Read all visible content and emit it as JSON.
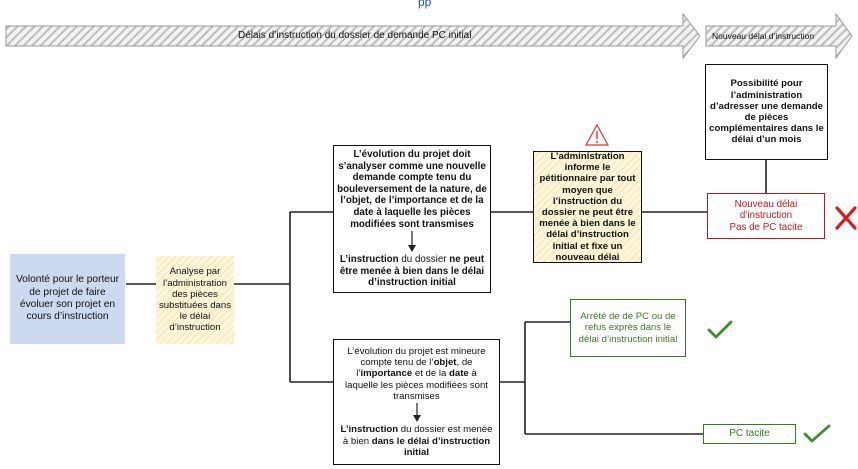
{
  "header": {
    "top_link": "pp",
    "main_arrow_label": "Délais d’instruction du dossier de demande PC initial",
    "second_arrow_label": "Nouveau délai d’instruction"
  },
  "boxes": {
    "volonte": "Volonté pour le porteur de projet de faire évoluer son projet en cours d’instruction",
    "analyse": "Analyse par l’administration des pièces substituées dans le délai d’instruction",
    "nouvelle_demande": {
      "text": "L’évolution du projet doit s’analyser comme une nouvelle demande compte tenu du bouleversement de la nature, de l’objet, de l’importance et de la date à laquelle les pièces modifiées sont transmises",
      "conclusion_part1": "L’instruction",
      "conclusion_part2": " du dossier ",
      "conclusion_part3": "ne",
      "conclusion_part4": " peut être menée à bien dans le délai d’instruction initial"
    },
    "information": "L’administration informe le pétitionnaire par tout moyen que l’instruction du dossier ne peut être menée à bien dans le délai d’instruction initial et fixe un nouveau délai",
    "possibilite": "Possibilité pour l’administration d’adresser une demande de pièces complémentaires dans le délai d’un mois",
    "nouveau_delai": {
      "line1": "Nouveau délai d’instruction",
      "line2": "Pas de PC tacite"
    },
    "mineure": {
      "p1": "L’évolution du projet est mineure compte tenu de l’",
      "p2": "objet",
      "p3": ", de l’",
      "p4": "importance",
      "p5": " et de la ",
      "p6": "date",
      "p7": " à laquelle les pièces modifiées sont transmises",
      "conclusion_part1": "L’instruction",
      "conclusion_part2": " du dossier est menée à bien ",
      "conclusion_part3": "dans le délai d’instruction initial"
    },
    "arrete": "Arrêté de de PC ou de refus exprès dans le délai d’instruction initial",
    "pc_tacite": "PC tacite"
  },
  "colors": {
    "accent_blue": "#cdd9ef",
    "hatch_yellow": "#f6e3a6",
    "red": "#c0171c",
    "green": "#3a7a24"
  },
  "icons": [
    "warning-icon",
    "cross-icon",
    "check-icon",
    "check-icon"
  ]
}
